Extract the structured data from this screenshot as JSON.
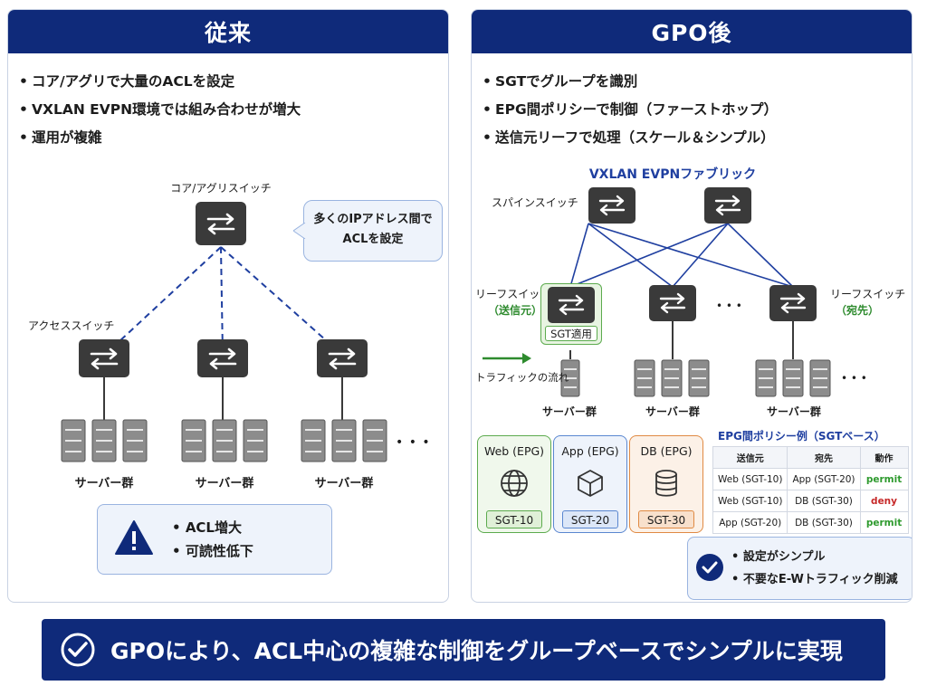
{
  "left": {
    "title": "従来",
    "bullets": [
      "コア/アグリで大量のACLを設定",
      "VXLAN EVPN環境では組み合わせが増大",
      "運用が複雑"
    ],
    "core_label": "コア/アグリスイッチ",
    "callout": [
      "多くのIPアドレス間で",
      "ACLを設定"
    ],
    "access_label": "アクセススイッチ",
    "server_group": "サーバー群",
    "ellipsis": "• • •",
    "warning": [
      "ACL増大",
      "可読性低下"
    ]
  },
  "right": {
    "title": "GPO後",
    "bullets": [
      "SGTでグループを識別",
      "EPG間ポリシーで制御（ファーストホップ）",
      "送信元リーフで処理（スケール＆シンプル）"
    ],
    "fabric_label": "VXLAN EVPNファブリック",
    "spine_label": "スパインスイッチ",
    "leaf_label": "リーフスイッチ",
    "leaf_src": "（送信元）",
    "leaf_dst": "（宛先）",
    "sgt_applied": "SGT適用",
    "traffic_label": "トラフィックの流れ",
    "server_group": "サーバー群",
    "dots": "• • •",
    "epgs": [
      {
        "name": "Web (EPG)",
        "tag": "SGT-10",
        "icon": "globe-icon",
        "color": "#5cab4e",
        "fill": "#f0f8ec"
      },
      {
        "name": "App (EPG)",
        "tag": "SGT-20",
        "icon": "cube-icon",
        "color": "#5a87d0",
        "fill": "#eef3fb"
      },
      {
        "name": "DB (EPG)",
        "tag": "SGT-30",
        "icon": "database-icon",
        "color": "#e08a43",
        "fill": "#fcf1e7"
      }
    ],
    "policy_title": "EPG間ポリシー例（SGTベース）",
    "policy_headers": [
      "送信元",
      "宛先",
      "動作"
    ],
    "policy_rows": [
      [
        "Web (SGT-10)",
        "App (SGT-20)",
        "permit"
      ],
      [
        "Web (SGT-10)",
        "DB (SGT-30)",
        "deny"
      ],
      [
        "App (SGT-20)",
        "DB (SGT-30)",
        "permit"
      ]
    ],
    "benefits": [
      "設定がシンプル",
      "不要なE-Wトラフィック削減"
    ]
  },
  "banner": "GPOにより、ACL中心の複雑な制御をグループベースでシンプルに実現",
  "colors": {
    "navy": "#0f2a7a",
    "blue_text": "#1f3fa0",
    "green": "#2e8b2e",
    "permit": "#2e9a2e",
    "deny": "#c62828",
    "switch": "#3a3a3a"
  }
}
